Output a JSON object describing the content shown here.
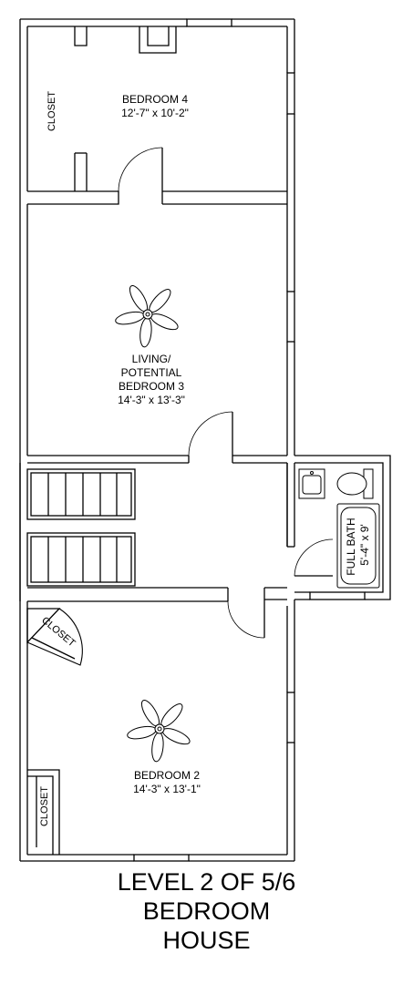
{
  "rooms": {
    "bedroom4": {
      "name": "BEDROOM 4",
      "dims": "12'-7\" x 10'-2\""
    },
    "living": {
      "line1": "LIVING/",
      "line2": "POTENTIAL",
      "line3": "BEDROOM 3",
      "dims": "14'-3\" x 13'-3\""
    },
    "bedroom2": {
      "name": "BEDROOM 2",
      "dims": "14'-3\" x 13'-1\""
    },
    "bath": {
      "name": "FULL BATH",
      "dims": "5'-4\" x 9'"
    }
  },
  "closets": {
    "top": "CLOSET",
    "middle": "CLOSET",
    "bottom": "CLOSET"
  },
  "caption": {
    "line1": "LEVEL 2 OF 5/6",
    "line2": "BEDROOM",
    "line3": "HOUSE"
  },
  "icons": [
    "ceiling-fan-icon",
    "sink-icon",
    "toilet-icon",
    "bathtub-icon",
    "stairs-icon",
    "door-swing-icon",
    "window-icon"
  ]
}
